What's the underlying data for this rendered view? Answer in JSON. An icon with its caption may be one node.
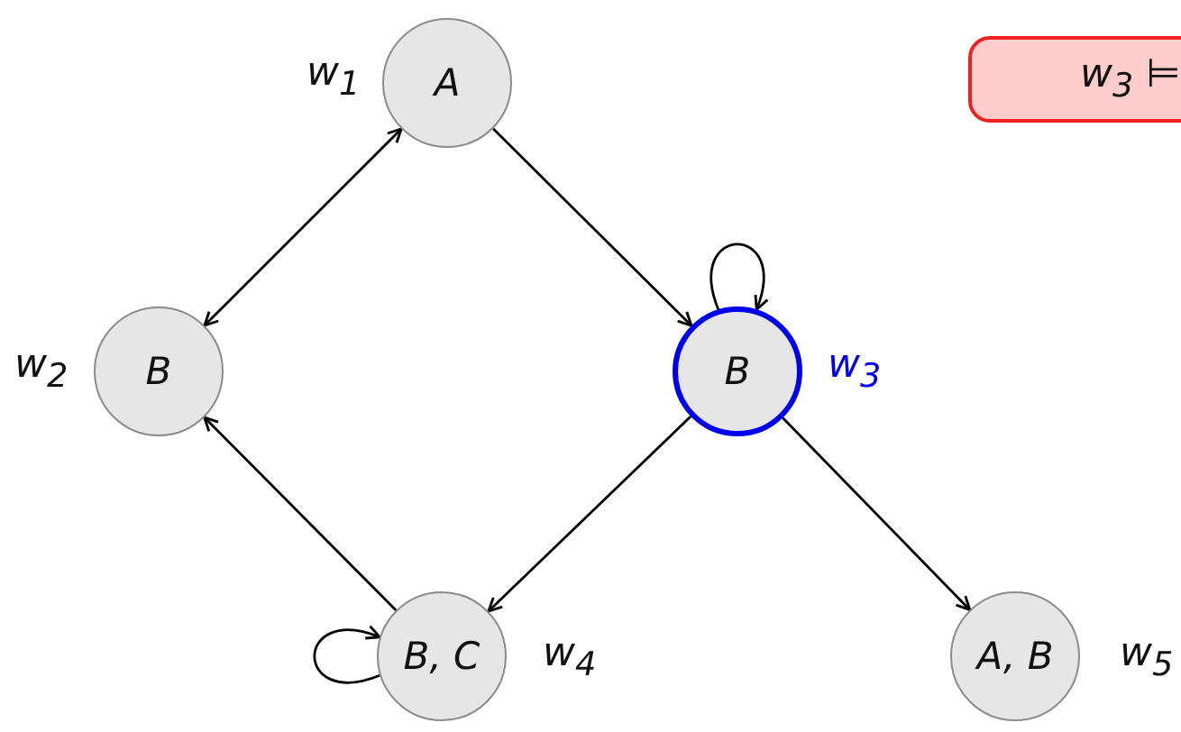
{
  "diagram": {
    "nodes": [
      {
        "text": [
          "A"
        ],
        "beside": [
          "w$_{1}$"
        ]
      },
      {
        "text": [
          "B"
        ],
        "beside": [
          "w$_{2}$"
        ]
      },
      {
        "text": [
          "B"
        ],
        "beside": [
          "w$_{3}$"
        ]
      },
      {
        "text": [
          "B, C"
        ],
        "beside": [
          "w$_{4}$"
        ]
      },
      {
        "text": [
          "A, B"
        ],
        "beside": [
          "w$_{5}$"
        ]
      },
      {
        "text": [
          "w$_{3}$ ⊨"
        ]
      }
    ],
    "edges": [
      {
        "from": 0,
        "to": 1,
        "arrow": "both"
      },
      {
        "from": 0,
        "to": 2,
        "arrow": "to"
      },
      {
        "from": 2,
        "to": 2,
        "arrow": "to"
      },
      {
        "from": 2,
        "to": 3,
        "arrow": "to"
      },
      {
        "from": 3,
        "to": 1,
        "arrow": "to"
      },
      {
        "from": 3,
        "to": 3,
        "arrow": "to"
      },
      {
        "from": 2,
        "to": 4,
        "arrow": "to"
      }
    ]
  }
}
